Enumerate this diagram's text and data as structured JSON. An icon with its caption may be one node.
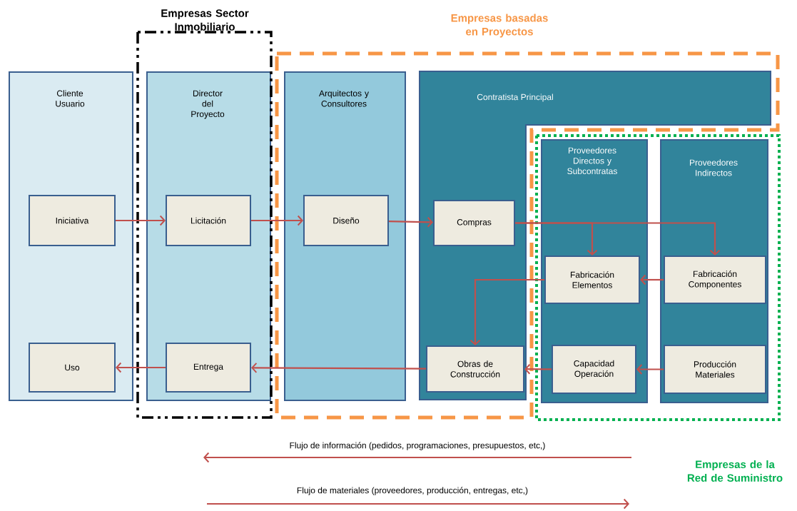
{
  "diagram": {
    "nodes": [
      {
        "text": [
          "Cliente Usuario"
        ]
      },
      {
        "text": [
          "Iniciativa"
        ],
        "in": 0
      },
      {
        "text": [
          "Uso"
        ],
        "in": 0
      },
      {
        "text": [
          "Empresas Sector Inmobiliario"
        ]
      },
      {
        "text": [
          "Director del Proyecto"
        ],
        "in": 3
      },
      {
        "text": [
          "Licitación"
        ],
        "in": 4
      },
      {
        "text": [
          "Entrega"
        ],
        "in": 4
      },
      {
        "text": [
          "Empresas basadas en Proyectos"
        ]
      },
      {
        "text": [
          "Arquitectos y Consultores"
        ],
        "in": 7
      },
      {
        "text": [
          "Diseño"
        ],
        "in": 8
      },
      {
        "text": [
          "Contratista Principal"
        ],
        "in": 7
      },
      {
        "text": [
          "Compras"
        ],
        "in": 10
      },
      {
        "text": [
          "Obras de Construcción"
        ],
        "in": 10
      },
      {
        "text": [
          "Empresas de la Red de Suministro"
        ]
      },
      {
        "text": [
          "Proveedores Directos y Subcontratas"
        ],
        "in": 13
      },
      {
        "text": [
          "Fabricación Elementos"
        ],
        "in": 14
      },
      {
        "text": [
          "Capacidad Operación"
        ],
        "in": 14
      },
      {
        "text": [
          "Proveedores Indirectos"
        ],
        "in": 13
      },
      {
        "text": [
          "Fabricación Componentes"
        ],
        "in": 17
      },
      {
        "text": [
          "Producción Materiales"
        ],
        "in": 17
      }
    ],
    "edges": [
      {
        "from": 1,
        "to": 5,
        "arrow": "to"
      },
      {
        "from": 5,
        "to": 9,
        "arrow": "to"
      },
      {
        "from": 9,
        "to": 11,
        "arrow": "to"
      },
      {
        "from": 11,
        "to": 15,
        "arrow": "to"
      },
      {
        "from": 11,
        "to": 18,
        "arrow": "to"
      },
      {
        "from": 18,
        "to": 15,
        "arrow": "to"
      },
      {
        "from": 15,
        "to": 12,
        "arrow": "to"
      },
      {
        "from": 19,
        "to": 16,
        "arrow": "to"
      },
      {
        "from": 16,
        "to": 12,
        "arrow": "to"
      },
      {
        "from": 12,
        "to": 6,
        "arrow": "to"
      },
      {
        "from": 6,
        "to": 2,
        "arrow": "to"
      }
    ],
    "legend": [
      {
        "text": "Flujo de información (pedidos, programaciones, presupuestos, etc,)"
      },
      {
        "text": "Flujo de materiales (proveedores, producción, entregas, etc,)"
      }
    ]
  }
}
